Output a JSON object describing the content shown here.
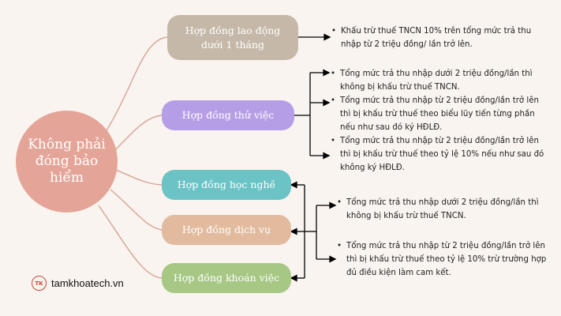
{
  "center": {
    "label": "Không phải đóng bảo hiểm"
  },
  "contracts": [
    {
      "label": "Hợp đồng lao động dưới 1 tháng",
      "color": "#c5b8a8"
    },
    {
      "label": "Hợp đồng thử việc",
      "color": "#b69ee6"
    },
    {
      "label": "Hợp đồng học nghề",
      "color": "#6cc3c6"
    },
    {
      "label": "Hợp đồng dịch vụ",
      "color": "#e2bb9e"
    },
    {
      "label": "Hợp đồng khoán việc",
      "color": "#a7c785"
    }
  ],
  "notes": {
    "group1": [
      "Khấu trừ thuế TNCN 10% trên tổng mức trả thu nhập từ 2 triệu đồng/ lần trở lên."
    ],
    "group2": [
      "Tổng mức trả thu nhập dưới 2 triệu đồng/lần thì không bị khấu trừ thuế TNCN.",
      "Tổng mức trả thu nhập từ 2 triệu đồng/lần trở lên thì bị khấu trừ thuế theo biểu lũy tiến từng phần nếu như sau đó ký HĐLĐ.",
      "Tổng mức trả thu nhập từ 2 triệu đồng/lần trở lên thì bị khấu trừ thuế theo tỷ lệ 10% nếu như sau đó không ký HĐLĐ."
    ],
    "group3": [
      "Tổng mức trả thu nhập dưới 2 triệu đồng/lần thì không bị khấu trừ thuế TNCN.",
      "Tổng mức trả thu nhập từ 2 triệu đồng/lần trở lên thì bị khấu trừ thuế theo tỷ lệ 10% trừ trường hợp đủ điều kiện làm cam kết."
    ]
  },
  "brand": {
    "logo_text": "TK",
    "name": "tamkhoatech.vn",
    "logo_color": "#c9453b"
  },
  "style": {
    "line_color": "#d9a396",
    "connector_color": "#000000"
  }
}
